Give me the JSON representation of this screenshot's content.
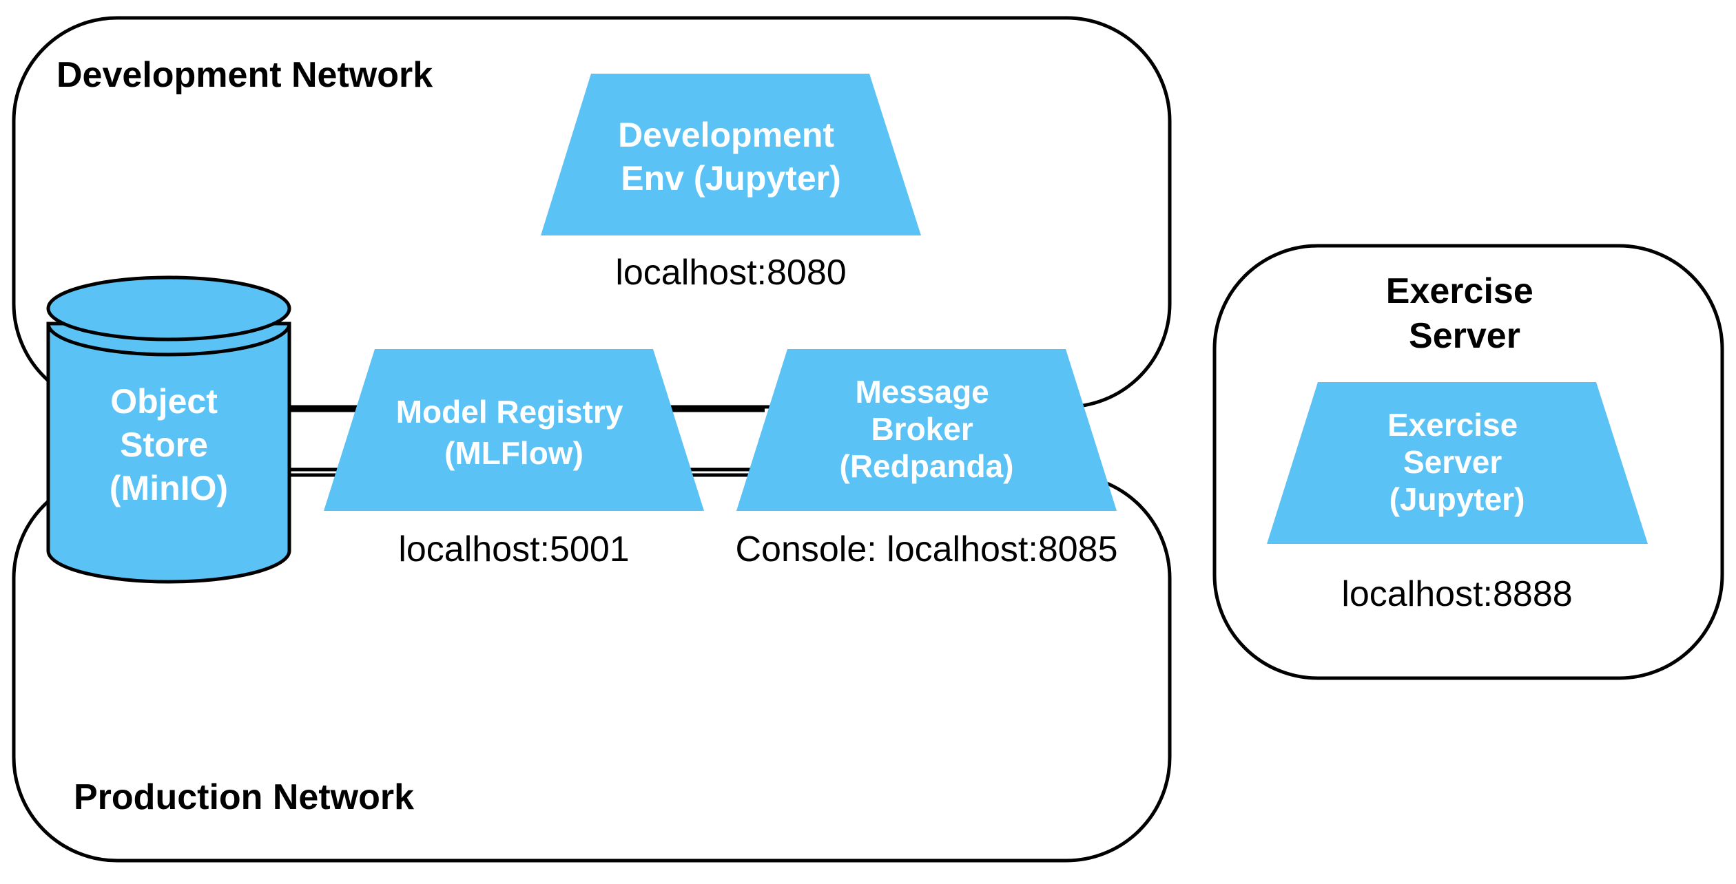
{
  "networks": {
    "development": "Development Network",
    "production": "Production Network",
    "exercise_title": [
      "Exercise",
      "Server"
    ]
  },
  "services": {
    "object_store": {
      "lines": [
        "Object",
        "Store",
        "(MinIO)"
      ]
    },
    "dev_env": {
      "lines": [
        "Development",
        "Env (Jupyter)"
      ],
      "port": "localhost:8080"
    },
    "model_registry": {
      "lines": [
        "Model Registry",
        "(MLFlow)"
      ],
      "port": "localhost:5001"
    },
    "message_broker": {
      "lines": [
        "Message",
        "Broker",
        "(Redpanda)"
      ],
      "port": "Console: localhost:8085"
    },
    "exercise_server": {
      "lines": [
        "Exercise",
        "Server",
        "(Jupyter)"
      ],
      "port": "localhost:8888"
    }
  },
  "colors": {
    "service_fill": "#5bc2f5",
    "outline": "#000000",
    "background": "#ffffff"
  }
}
